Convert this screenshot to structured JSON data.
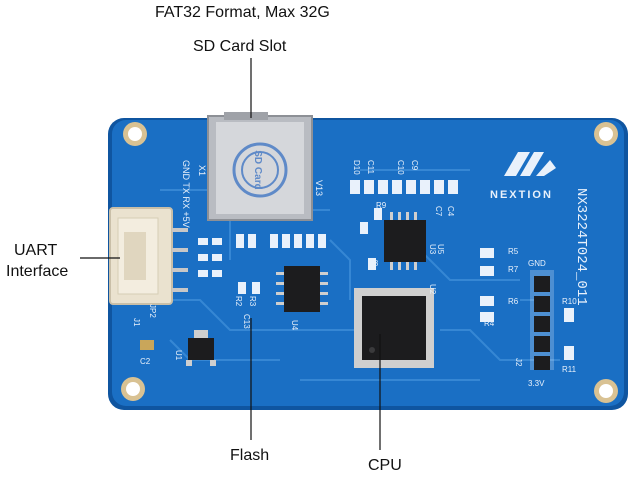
{
  "callouts": {
    "sd_format": "FAT32 Format, Max 32G",
    "sd_slot": "SD Card Slot",
    "uart_line1": "UART",
    "uart_line2": "Interface",
    "flash": "Flash",
    "cpu": "CPU"
  },
  "board": {
    "brand_text": "NEXTION",
    "model_text": "NX3224T024_011",
    "uart_pins": "GND TX RX +5V",
    "sd_card_text": "SD Card",
    "regulator_label": "U1",
    "flash_label": "U4",
    "cpu_label": "U2",
    "sd_connector_label": "J1",
    "fpc_label": "J2",
    "silk": {
      "x1": "X1",
      "v13": "V13",
      "u3": "U3",
      "u5": "U5",
      "gnd": "GND",
      "v33": "3.3V",
      "c2": "C2",
      "c13": "C13",
      "jp2": "JP2",
      "r2": "R2",
      "r3": "R3",
      "r4": "R4",
      "r5": "R5",
      "r6": "R6",
      "r7": "R7",
      "r8": "R8",
      "r9": "R9",
      "r10": "R10",
      "r11": "R11",
      "c11": "C11",
      "c10": "C10",
      "c9": "C9",
      "c7": "C7",
      "c4": "C4",
      "d10": "D10"
    }
  },
  "colors": {
    "board_blue": "#1a6fc4",
    "board_edge": "#0f55a0",
    "trace_blue": "#3d8ed8",
    "silk_white": "#e9f1fb",
    "pad_gold": "#d8c08a",
    "chip_black": "#1c1c1e",
    "connector_ivory": "#eae2cf"
  }
}
